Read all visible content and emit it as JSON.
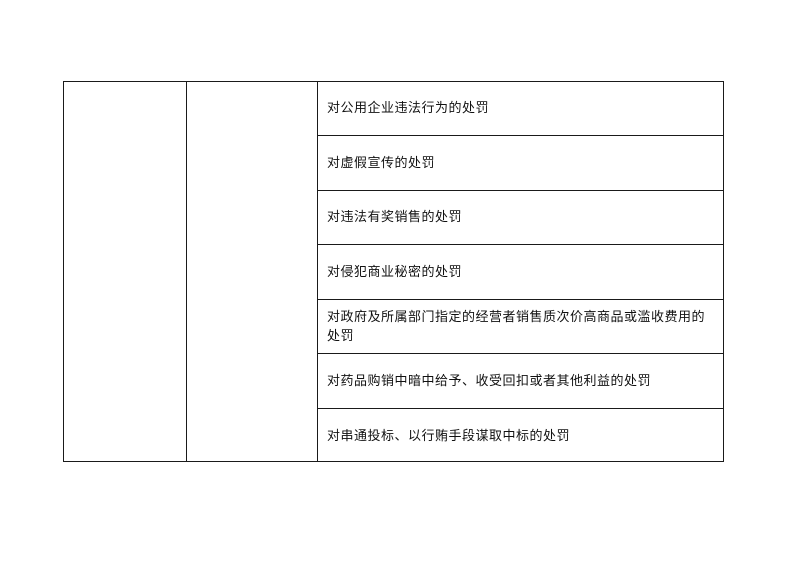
{
  "table": {
    "rows": [
      "对公用企业违法行为的处罚",
      "对虚假宣传的处罚",
      "对违法有奖销售的处罚",
      "对侵犯商业秘密的处罚",
      "对政府及所属部门指定的经营者销售质次价高商品或滥收费用的处罚",
      "对药品购销中暗中给予、收受回扣或者其他利益的处罚",
      "对串通投标、以行贿手段谋取中标的处罚"
    ]
  }
}
